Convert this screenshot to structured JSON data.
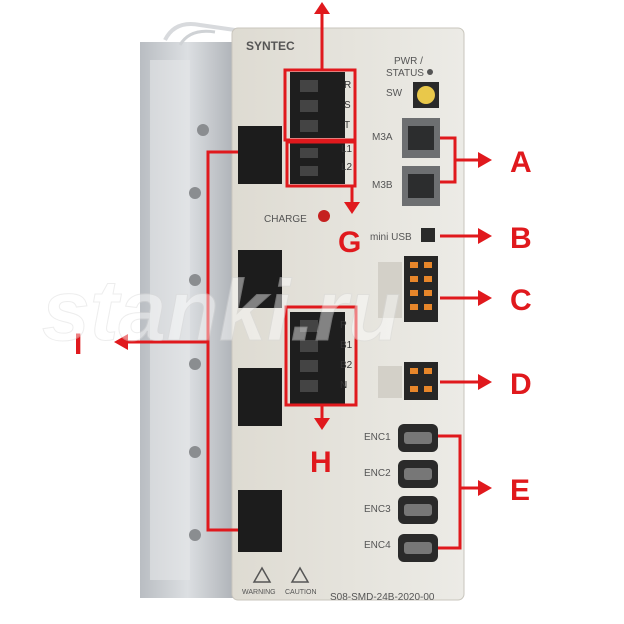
{
  "device": {
    "brand": "SYNTEC",
    "pwr_status": "PWR /",
    "pwr_status2": "STATUS",
    "sw": "SW",
    "m3a": "M3A",
    "m3b": "M3B",
    "charge": "CHARGE",
    "mini_usb": "mini USB",
    "term_r": "R",
    "term_s": "S",
    "term_t": "T",
    "term_l1": "L1",
    "term_l2": "L2",
    "term_p": "P",
    "term_b1": "B1",
    "term_b2": "B2",
    "term_n": "N",
    "enc1": "ENC1",
    "enc2": "ENC2",
    "enc3": "ENC3",
    "enc4": "ENC4",
    "warning": "WARNING",
    "caution": "CAUTION",
    "model": "S08-SMD-24B-2020-00"
  },
  "callouts": {
    "a": "A",
    "b": "B",
    "c": "C",
    "d": "D",
    "e": "E",
    "g": "G",
    "h": "H",
    "i": "I"
  },
  "watermark": "stanki.ru",
  "colors": {
    "accent": "#e0191d",
    "panel": "#e8e6df",
    "heatsink": "#c9ccd0"
  }
}
